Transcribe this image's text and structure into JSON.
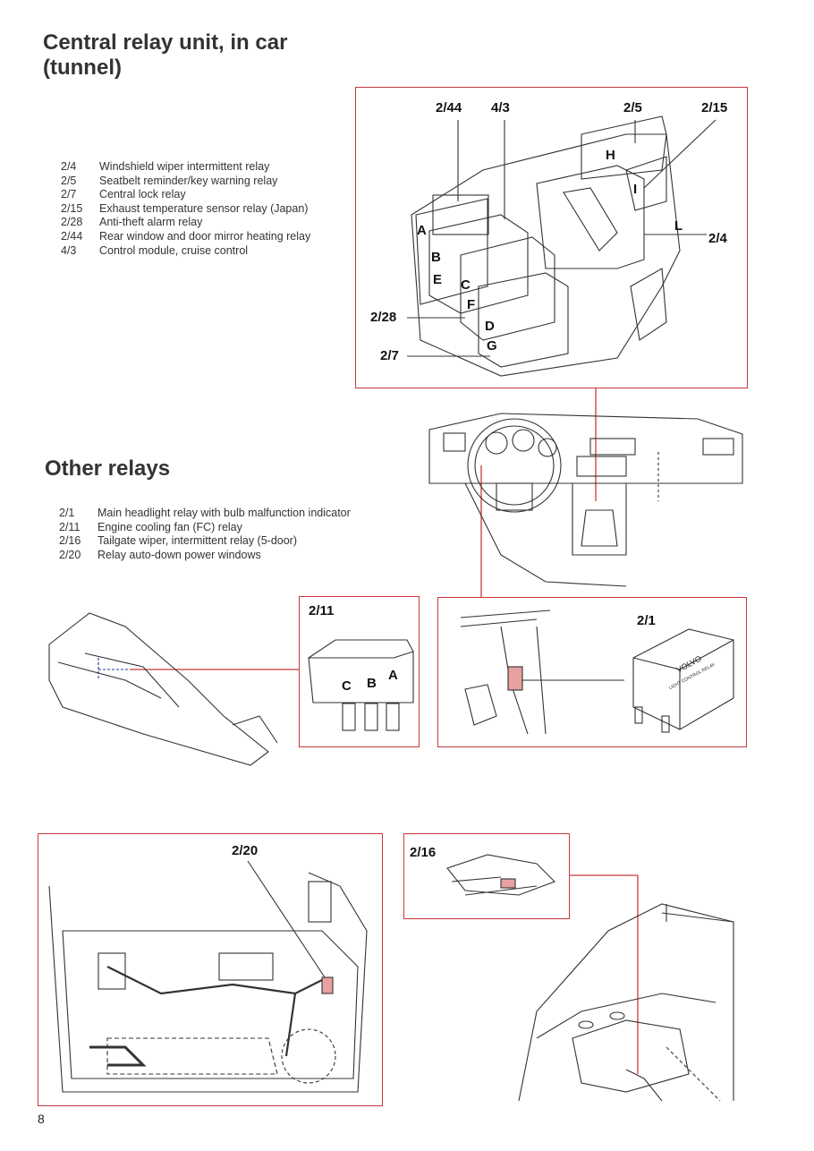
{
  "sections": {
    "central_title": "Central relay unit, in car\n(tunnel)",
    "central_title_l1": "Central relay unit, in car",
    "central_title_l2": "(tunnel)",
    "other_title": "Other relays"
  },
  "central_relays": [
    {
      "code": "2/4",
      "desc": "Windshield wiper intermittent relay"
    },
    {
      "code": "2/5",
      "desc": "Seatbelt reminder/key warning relay"
    },
    {
      "code": "2/7",
      "desc": "Central lock relay"
    },
    {
      "code": "2/15",
      "desc": "Exhaust temperature sensor relay (Japan)"
    },
    {
      "code": "2/28",
      "desc": "Anti-theft alarm relay"
    },
    {
      "code": "2/44",
      "desc": "Rear window and door mirror heating relay"
    },
    {
      "code": "4/3",
      "desc": "Control module, cruise control"
    }
  ],
  "other_relays": [
    {
      "code": "2/1",
      "desc": "Main headlight relay with bulb malfunction indicator"
    },
    {
      "code": "2/11",
      "desc": "Engine cooling fan (FC) relay"
    },
    {
      "code": "2/16",
      "desc": "Tailgate wiper, intermittent relay (5-door)"
    },
    {
      "code": "2/20",
      "desc": "Relay auto-down power windows"
    }
  ],
  "relay_unit_callouts": {
    "top": [
      "2/44",
      "4/3",
      "2/5",
      "2/15"
    ],
    "right": "2/4",
    "left": [
      "2/28",
      "2/7"
    ],
    "positions": [
      "A",
      "B",
      "C",
      "D",
      "E",
      "F",
      "G",
      "H",
      "I",
      "L"
    ]
  },
  "fc_relay": {
    "title": "2/11",
    "pins": [
      "C",
      "B",
      "A"
    ]
  },
  "headlight_relay": {
    "title": "2/1",
    "brand": "VOLVO",
    "marking": "LIGHT CONTROL RELAY"
  },
  "window_relay": {
    "title": "2/20"
  },
  "tailgate_relay": {
    "title": "2/16"
  },
  "page_number": "8",
  "colors": {
    "frame": "#c8383a",
    "relay_fill": "#e8a0a0",
    "line": "#333333"
  }
}
